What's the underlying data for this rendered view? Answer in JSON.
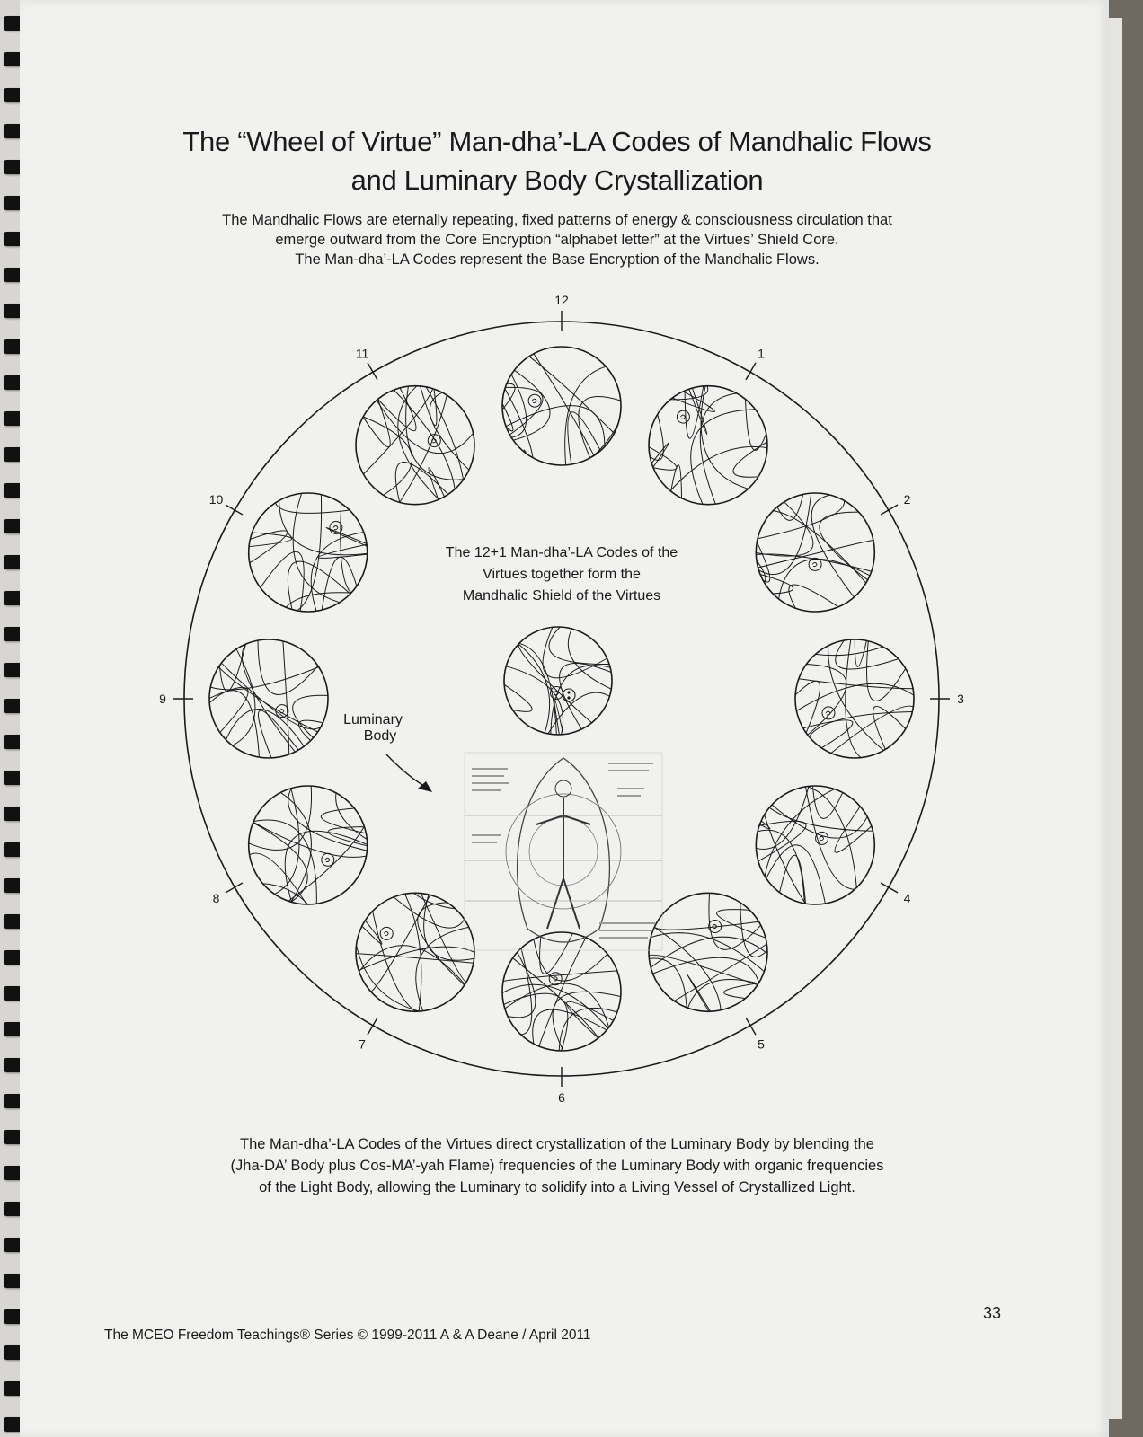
{
  "title_lines": [
    "The “Wheel of Virtue” Man-dha’-LA Codes of Mandhalic Flows",
    "and Luminary Body Crystallization"
  ],
  "intro_lines": [
    "The Mandhalic Flows are eternally repeating, fixed patterns of energy & consciousness circulation that",
    "emerge outward from the Core Encryption “alphabet letter” at the Virtues’ Shield Core.",
    "The Man-dha’-LA Codes represent the Base Encryption of the Mandhalic Flows."
  ],
  "center_caption": [
    "The 12+1 Man-dha’-LA Codes of the",
    "Virtues together form the",
    "Mandhalic Shield of the Virtues"
  ],
  "luminary_label": [
    "Luminary",
    "Body"
  ],
  "wheel_numbers": [
    "12",
    "1",
    "2",
    "3",
    "4",
    "5",
    "6",
    "7",
    "8",
    "9",
    "10",
    "11"
  ],
  "bottom_lines": [
    "The Man-dha’-LA Codes of the Virtues direct crystallization of the Luminary Body by blending the",
    "(Jha-DA’ Body plus Cos-MA’-yah Flame) frequencies of the Luminary Body with organic frequencies",
    "of the Light Body, allowing the Luminary to solidify into a Living Vessel of Crystallized Light."
  ],
  "page_number": "33",
  "footer": "The MCEO Freedom Teachings® Series © 1999-2011 A & A Deane / April 2011"
}
